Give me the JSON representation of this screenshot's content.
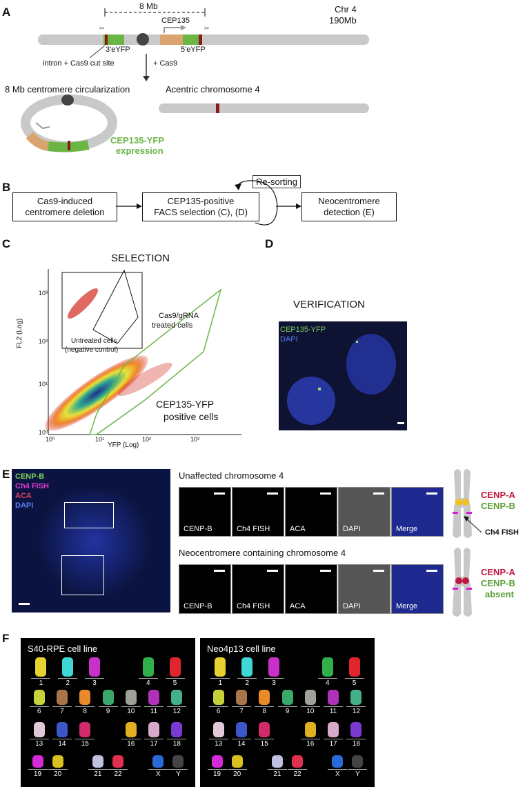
{
  "panelA": {
    "label": "A",
    "span_label": "8 Mb",
    "chr_label": "Chr 4",
    "chr_size": "190Mb",
    "gene_label": "CEP135",
    "left_eyfp": "3'eYFP",
    "right_eyfp": "5'eYFP",
    "cut_site_label": "intron + Cas9 cut site",
    "cas9_label": "+ Cas9",
    "circ_title": "8 Mb centromere circularization",
    "acentric_title": "Acentric chromosome 4",
    "expression_line1": "CEP135-YFP",
    "expression_line2": "expression"
  },
  "panelB": {
    "label": "B",
    "box1_line1": "Cas9-induced",
    "box1_line2": "centromere deletion",
    "box2_line1": "CEP135-positive",
    "box2_line2": "FACS selection (C), (D)",
    "resort": "Re-sorting",
    "box3_line1": "Neocentromere",
    "box3_line2": "detection (E)"
  },
  "panelC": {
    "label": "C",
    "title": "SELECTION",
    "ylabel": "FL2 (Log)",
    "xlabel": "YFP (Log)",
    "inset_label_line1": "Untreated cells",
    "inset_label_line2": "(negative control)",
    "treated_line1": "Cas9/gRNA",
    "treated_line2": "treated cells",
    "positive_line1": "CEP135-YFP",
    "positive_line2": "positive cells",
    "yticks": [
      "10⁰",
      "10¹",
      "10²",
      "10³"
    ],
    "xticks": [
      "10⁰",
      "10¹",
      "10²",
      "10³"
    ]
  },
  "panelD": {
    "label": "D",
    "title": "VERIFICATION",
    "legend1": "CEP135-YFP",
    "legend2": "DAPI"
  },
  "panelE": {
    "label": "E",
    "legend": [
      "CENP-B",
      "Ch4 FISH",
      "ACA",
      "DAPI"
    ],
    "row1_title": "Unaffected chromosome 4",
    "row2_title": "Neocentromere containing chromosome 4",
    "tiles": [
      "CENP-B",
      "Ch4 FISH",
      "ACA",
      "DAPI",
      "Merge"
    ],
    "diag1_a": "CENP-A",
    "diag1_b": "CENP-B",
    "diag1_fish": "Ch4 FISH",
    "diag2_a": "CENP-A",
    "diag2_b": "CENP-B",
    "diag2_c": "absent"
  },
  "panelF": {
    "label": "F",
    "left_title": "S40-RPE cell line",
    "right_title": "Neo4p13 cell line",
    "chromosomes": [
      "1",
      "2",
      "3",
      "4",
      "5",
      "6",
      "7",
      "8",
      "9",
      "10",
      "11",
      "12",
      "13",
      "14",
      "15",
      "16",
      "17",
      "18",
      "19",
      "20",
      "21",
      "22",
      "X",
      "Y"
    ]
  },
  "colors": {
    "green": "#6bb544",
    "magenta": "#d61ad6",
    "red": "#c0163e",
    "blue": "#3a4fe0",
    "gray": "#c8c8c8",
    "tan": "#d9a46f"
  }
}
